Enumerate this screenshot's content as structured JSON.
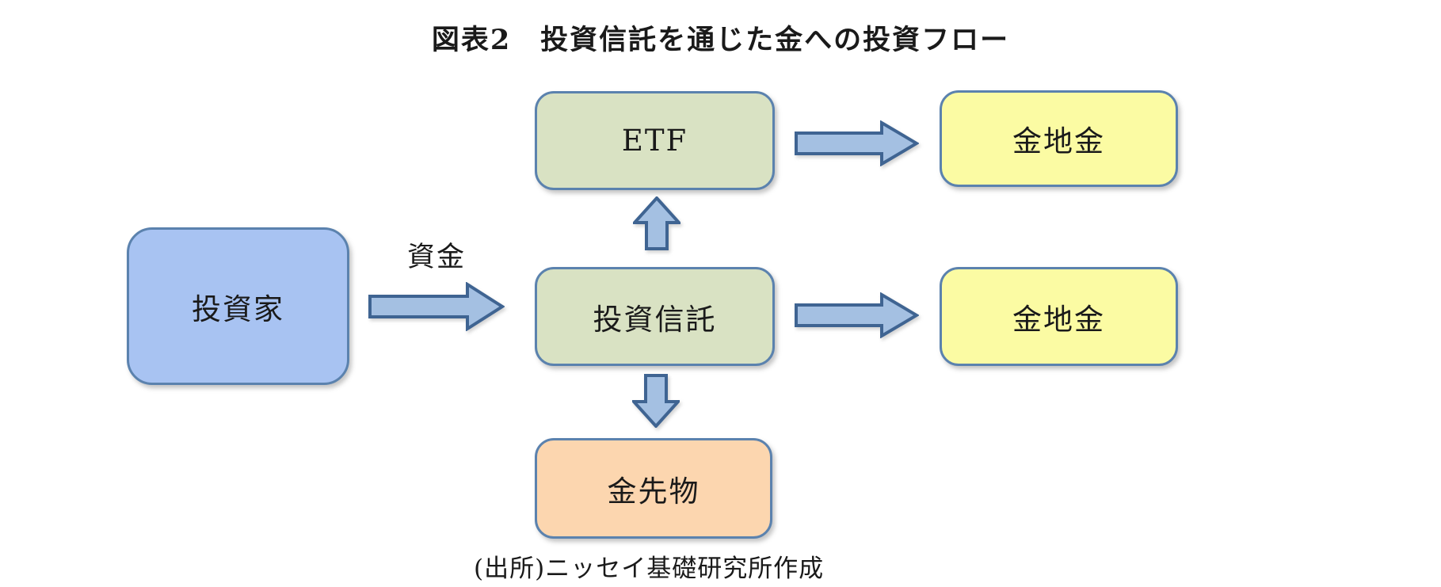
{
  "title": "図表2　投資信託を通じた金への投資フロー",
  "source_note": "(出所)ニッセイ基礎研究所作成",
  "diagram": {
    "funds_label": "資金",
    "nodes": {
      "investor": {
        "label": "投資家"
      },
      "trust": {
        "label": "投資信託"
      },
      "etf": {
        "label": "ETF"
      },
      "bullion_top": {
        "label": "金地金"
      },
      "bullion_bottom": {
        "label": "金地金"
      },
      "futures": {
        "label": "金先物"
      }
    },
    "colors": {
      "investor-fill": "#a8c3f2",
      "fund-fill": "#d9e2c3",
      "bullion-fill": "#fbfba3",
      "futures-fill": "#fcd6af",
      "box-border": "#5b82ae",
      "arrow-fill": "#a4c0e2",
      "arrow-border": "#3f6492",
      "text": "#1a1a1a"
    }
  }
}
